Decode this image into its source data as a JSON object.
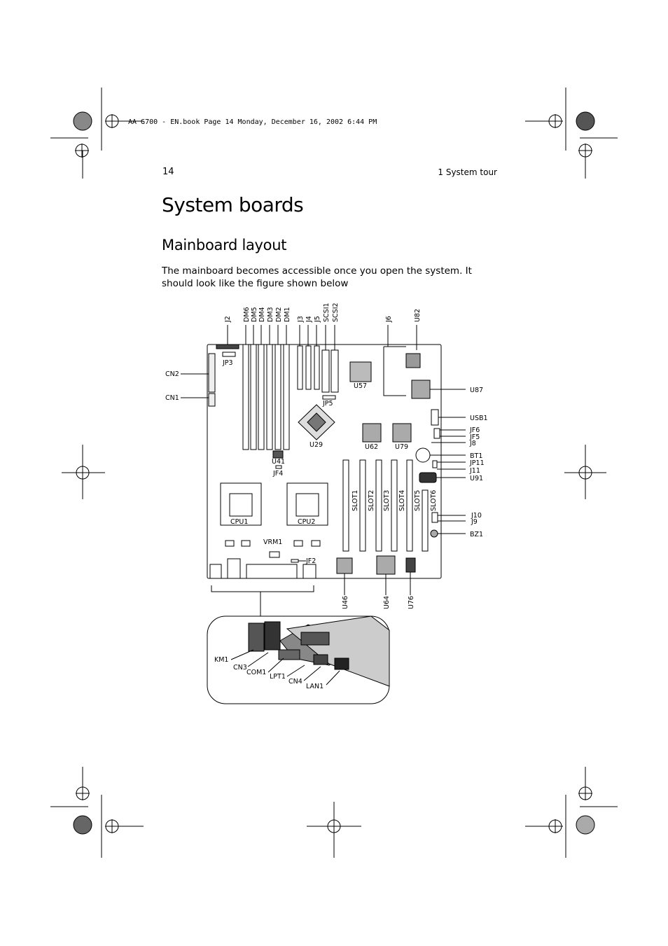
{
  "header_line": "AA G700 - EN.book  Page 14  Monday, December 16, 2002  6:44 PM",
  "page_number": "14",
  "chapter": "1 System tour",
  "title": "System boards",
  "section_title": "Mainboard layout",
  "body": "The mainboard becomes accessible once you open the system.  It should look like the figure shown below",
  "labels": {
    "J2": "J2",
    "DM6": "DM6",
    "DM5": "DM5",
    "DM4": "DM4",
    "DM3": "DM3",
    "DM2": "DM2",
    "DM1": "DM1",
    "J3": "J3",
    "J4": "J4",
    "J5": "J5",
    "SCSI1": "SCSI1",
    "SCSI2": "SCSI2",
    "J6": "J6",
    "U82": "U82",
    "CN2": "CN2",
    "CN1": "CN1",
    "JP3": "JP3",
    "U57": "U57",
    "U87": "U87",
    "JP5": "JP5",
    "USB1": "USB1",
    "JF6": "JF6",
    "JF5": "JF5",
    "J8": "J8",
    "U29": "U29",
    "U62": "U62",
    "U79": "U79",
    "BT1": "BT1",
    "JP11": "JP11",
    "J11": "J11",
    "U91": "U91",
    "U41": "U41",
    "JF4": "JF4",
    "SLOT1": "SLOT1",
    "SLOT2": "SLOT2",
    "SLOT3": "SLOT3",
    "SLOT4": "SLOT4",
    "SLOT5": "SLOT5",
    "SLOT6": "SLOT6",
    "CPU1": "CPU1",
    "CPU2": "CPU2",
    "J10": "J10",
    "J9": "J9",
    "BZ1": "BZ1",
    "VRM1": "VRM1",
    "JF2": "JF2",
    "U46": "U46",
    "U64": "U64",
    "U76": "U76",
    "KM1": "KM1",
    "CN3": "CN3",
    "COM1": "COM1",
    "LPT1": "LPT1",
    "CN4": "CN4",
    "LAN1": "LAN1"
  }
}
